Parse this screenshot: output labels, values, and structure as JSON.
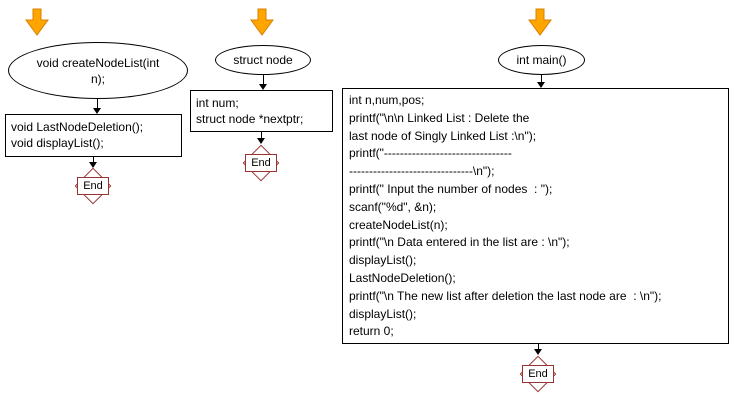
{
  "colors": {
    "entry_arrow_fill": "#FFA500",
    "entry_arrow_stroke": "#D78000",
    "end_outline": "#993333",
    "shape_outline": "#000000"
  },
  "columns": [
    {
      "header": [
        "void createNodeList(int",
        "n);"
      ],
      "body": [
        "void LastNodeDeletion();",
        "void displayList();"
      ],
      "end_label": "End"
    },
    {
      "header": "struct node",
      "body": [
        "int num;",
        "struct node *nextptr;"
      ],
      "end_label": "End"
    },
    {
      "header": "int main()",
      "body": [
        "int n,num,pos;",
        "printf(\"\\n\\n Linked List : Delete the",
        "last node of Singly Linked List :\\n\");",
        "printf(\"--------------------------------",
        "-------------------------------\\n\");",
        "printf(\" Input the number of nodes  : \");",
        "scanf(\"%d\", &n);",
        "createNodeList(n);",
        "printf(\"\\n Data entered in the list are : \\n\");",
        "displayList();",
        "LastNodeDeletion();",
        "printf(\"\\n The new list after deletion the last node are  : \\n\");",
        "displayList();",
        "return 0;"
      ],
      "end_label": "End"
    }
  ]
}
